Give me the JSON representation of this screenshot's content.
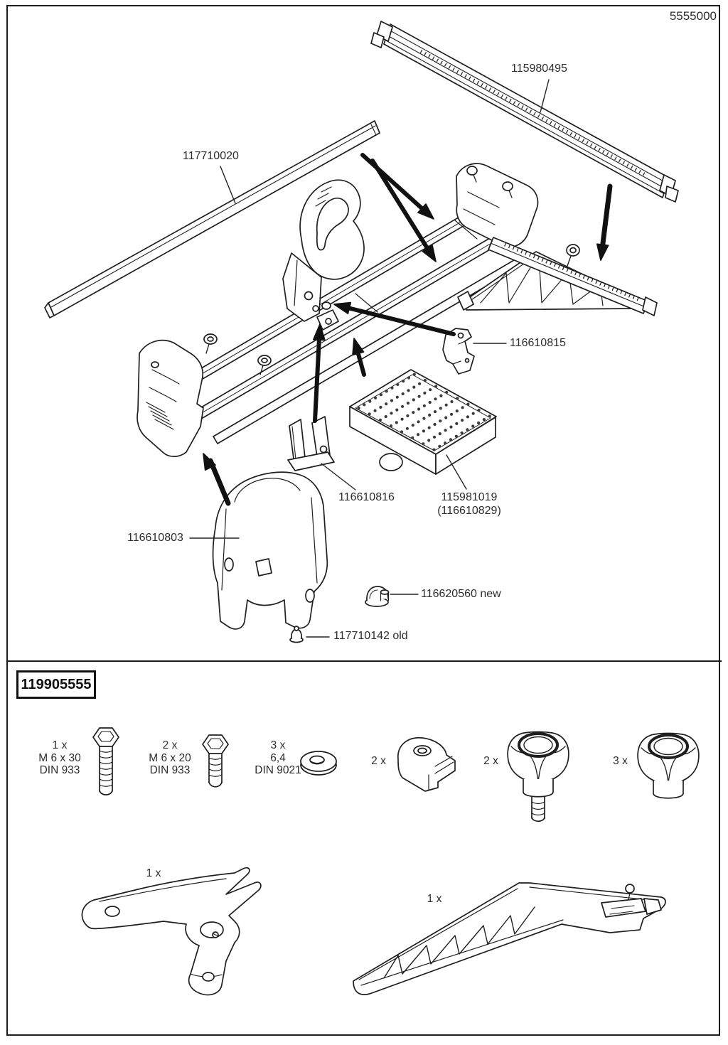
{
  "page": {
    "doc_number": "5555000"
  },
  "exploded_view": {
    "labels": {
      "guide_rail": "115980495",
      "straightedge": "117710020",
      "clamp_right": "116610815",
      "clamp_center": "116610816",
      "grid_plate": "115981019",
      "grid_plate_alt": "(116610829)",
      "side_cover": "116610803",
      "stop_new": "116620560 new",
      "screw_old": "117710142 old"
    }
  },
  "kit_box": {
    "number": "119905555",
    "fasteners": [
      {
        "qty": "1 x",
        "spec1": "M 6 x 30",
        "spec2": "DIN 933"
      },
      {
        "qty": "2 x",
        "spec1": "M 6 x 20",
        "spec2": "DIN 933"
      },
      {
        "qty": "3 x",
        "spec1": "6,4",
        "spec2": "DIN 9021"
      },
      {
        "qty": "2 x"
      },
      {
        "qty": "2 x"
      },
      {
        "qty": "3 x"
      }
    ],
    "large_parts": [
      {
        "qty": "1 x"
      },
      {
        "qty": "1 x"
      }
    ]
  }
}
